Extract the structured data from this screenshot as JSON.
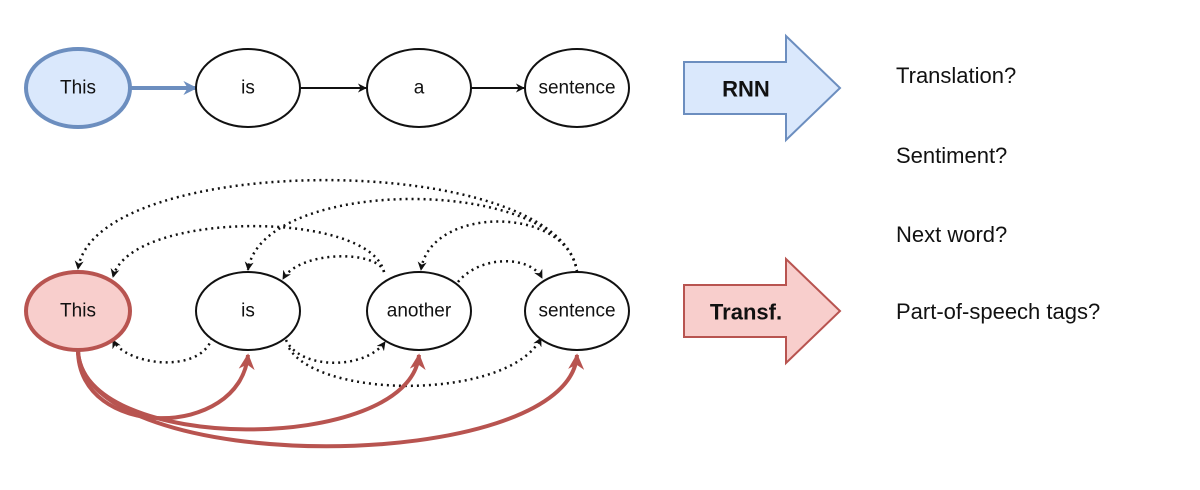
{
  "rnn_row": {
    "nodes": [
      "This",
      "is",
      "a",
      "sentence"
    ],
    "model_label": "RNN"
  },
  "transformer_row": {
    "nodes": [
      "This",
      "is",
      "another",
      "sentence"
    ],
    "model_label": "Transf."
  },
  "tasks": [
    "Translation?",
    "Sentiment?",
    "Next word?",
    "Part-of-speech tags?"
  ],
  "colors": {
    "rnn_fill": "#dae8fc",
    "rnn_stroke": "#6c8ebf",
    "transf_fill": "#f8cecc",
    "transf_stroke": "#b85450",
    "ink": "#111111"
  }
}
